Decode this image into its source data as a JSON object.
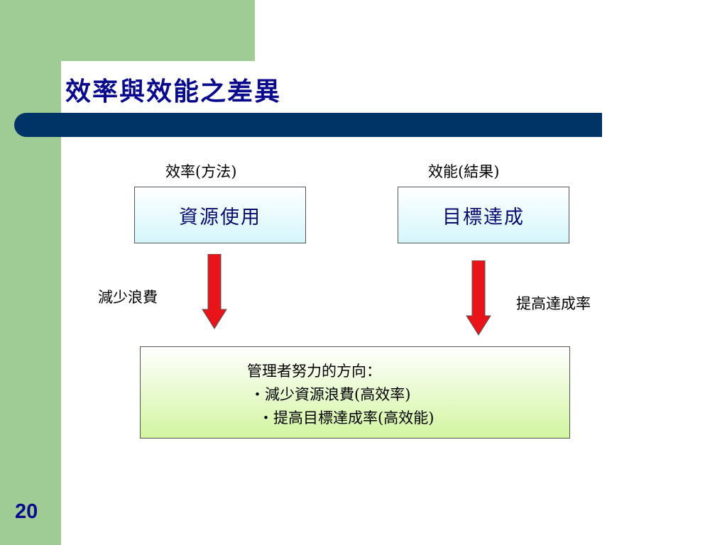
{
  "title": "效率與效能之差異",
  "efficiency": {
    "heading": "效率(方法)",
    "box": "資源使用",
    "arrow_label": "減少浪費"
  },
  "effectiveness": {
    "heading": "效能(結果)",
    "box": "目標達成",
    "arrow_label": "提高達成率"
  },
  "summary": {
    "heading": "管理者努力的方向：",
    "items": [
      "・減少資源浪費(高效率)",
      "・提高目標達成率(高效能)"
    ]
  },
  "slide_number": "20",
  "colors": {
    "title_bar": "#003466",
    "title_text": "#0a0a8c",
    "side_band": "#9fcb95",
    "arrow": "#e8141a"
  }
}
